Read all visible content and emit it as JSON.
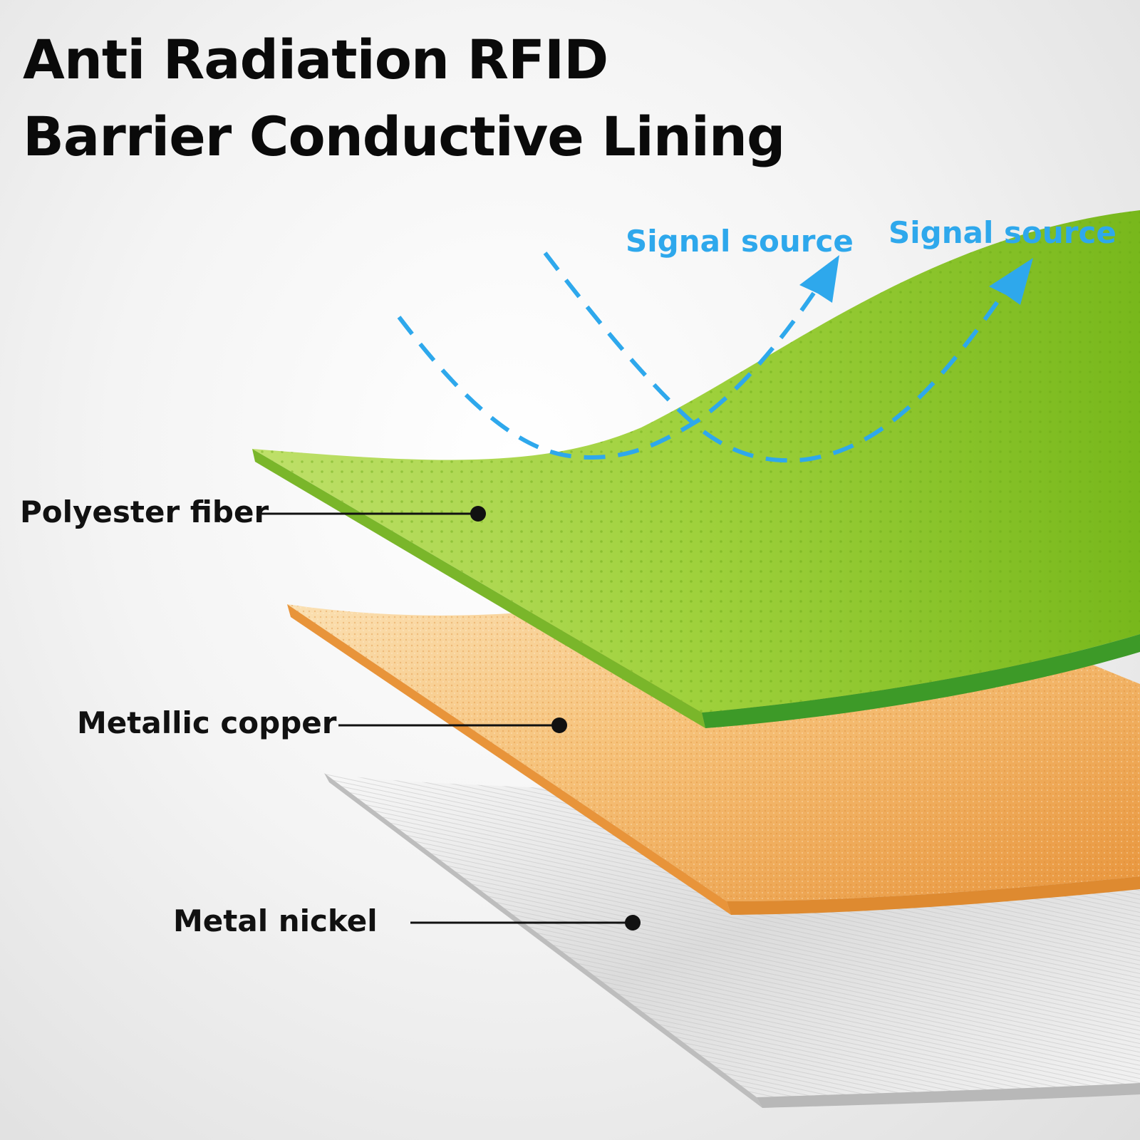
{
  "title": {
    "line1": "Anti Radiation RFID",
    "line2": "Barrier Conductive Lining"
  },
  "signals": [
    {
      "label": "Signal source"
    },
    {
      "label": "Signal source"
    }
  ],
  "layers": [
    {
      "label": "Polyester fiber",
      "color": "#8ccb2a"
    },
    {
      "label": "Metallic copper",
      "color": "#f0a34a"
    },
    {
      "label": "Metal nickel",
      "color": "#d4d4d4"
    }
  ],
  "colors": {
    "signal": "#2ea8ec",
    "text": "#111111"
  }
}
